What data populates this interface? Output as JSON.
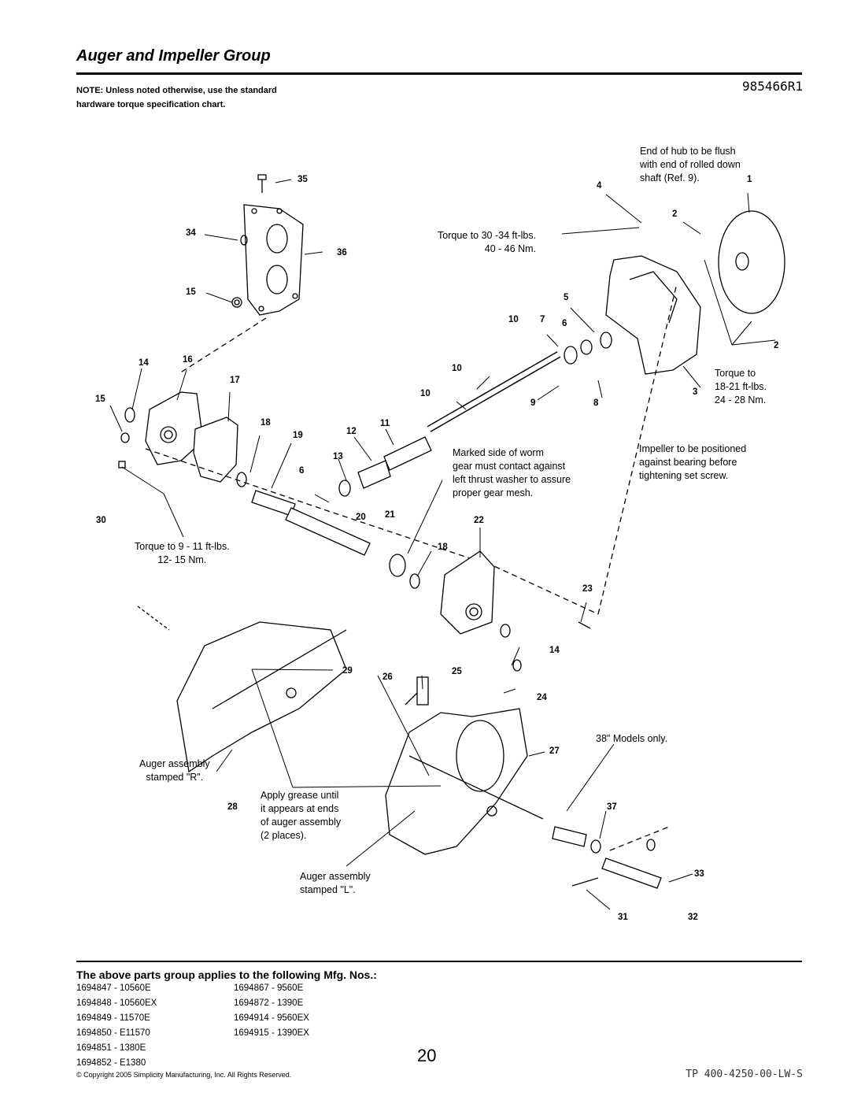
{
  "header": {
    "title": "Auger and Impeller Group",
    "diagram_id": "985466R1",
    "note": "NOTE: Unless noted otherwise, use the standard hardware torque specification chart."
  },
  "callouts": [
    "35",
    "34",
    "36",
    "15",
    "14",
    "16",
    "17",
    "15",
    "18",
    "19",
    "6",
    "30",
    "4",
    "1",
    "2",
    "5",
    "10",
    "7",
    "6",
    "2",
    "10",
    "3",
    "10",
    "9",
    "8",
    "11",
    "12",
    "13",
    "20",
    "21",
    "22",
    "18",
    "23",
    "14",
    "29",
    "26",
    "25",
    "24",
    "27",
    "28",
    "37",
    "33",
    "31",
    "32"
  ],
  "annotations": {
    "hub_flush": "End of hub to be flush\nwith end of rolled down\nshaft (Ref. 9).",
    "torque_top": "Torque to 30 -34 ft-lbs.\n40 - 46 Nm.",
    "torque_right": "Torque to\n18-21 ft-lbs.\n24 - 28 Nm.",
    "worm_gear": "Marked side of worm\ngear must contact against\nleft thrust washer to assure\nproper gear mesh.",
    "impeller_position": "Impeller to be positioned\nagainst bearing before\ntightening set screw.",
    "torque_left": "Torque to 9 - 11 ft-lbs.\n12- 15 Nm.",
    "models_38": "38\" Models only.",
    "auger_r": "Auger assembly\nstamped \"R\".",
    "grease": "Apply grease until\nit appears at ends\nof auger assembly\n(2 places).",
    "auger_l": "Auger assembly\nstamped \"L\"."
  },
  "applies": {
    "heading": "The above parts group applies to the following Mfg. Nos.:",
    "left_column": [
      "1694847 - 10560E",
      "1694848 - 10560EX",
      "1694849 - 11570E",
      "1694850 - E11570",
      "1694851 - 1380E",
      "1694852 - E1380"
    ],
    "right_column": [
      "1694867 - 9560E",
      "1694872 - 1390E",
      "1694914 - 9560EX",
      "1694915 - 1390EX"
    ]
  },
  "footer": {
    "page_number": "20",
    "copyright": "© Copyright 2005 Simplicity Manufacturing, Inc. All Rights Reserved.",
    "doc_code": "TP 400-4250-00-LW-S"
  }
}
